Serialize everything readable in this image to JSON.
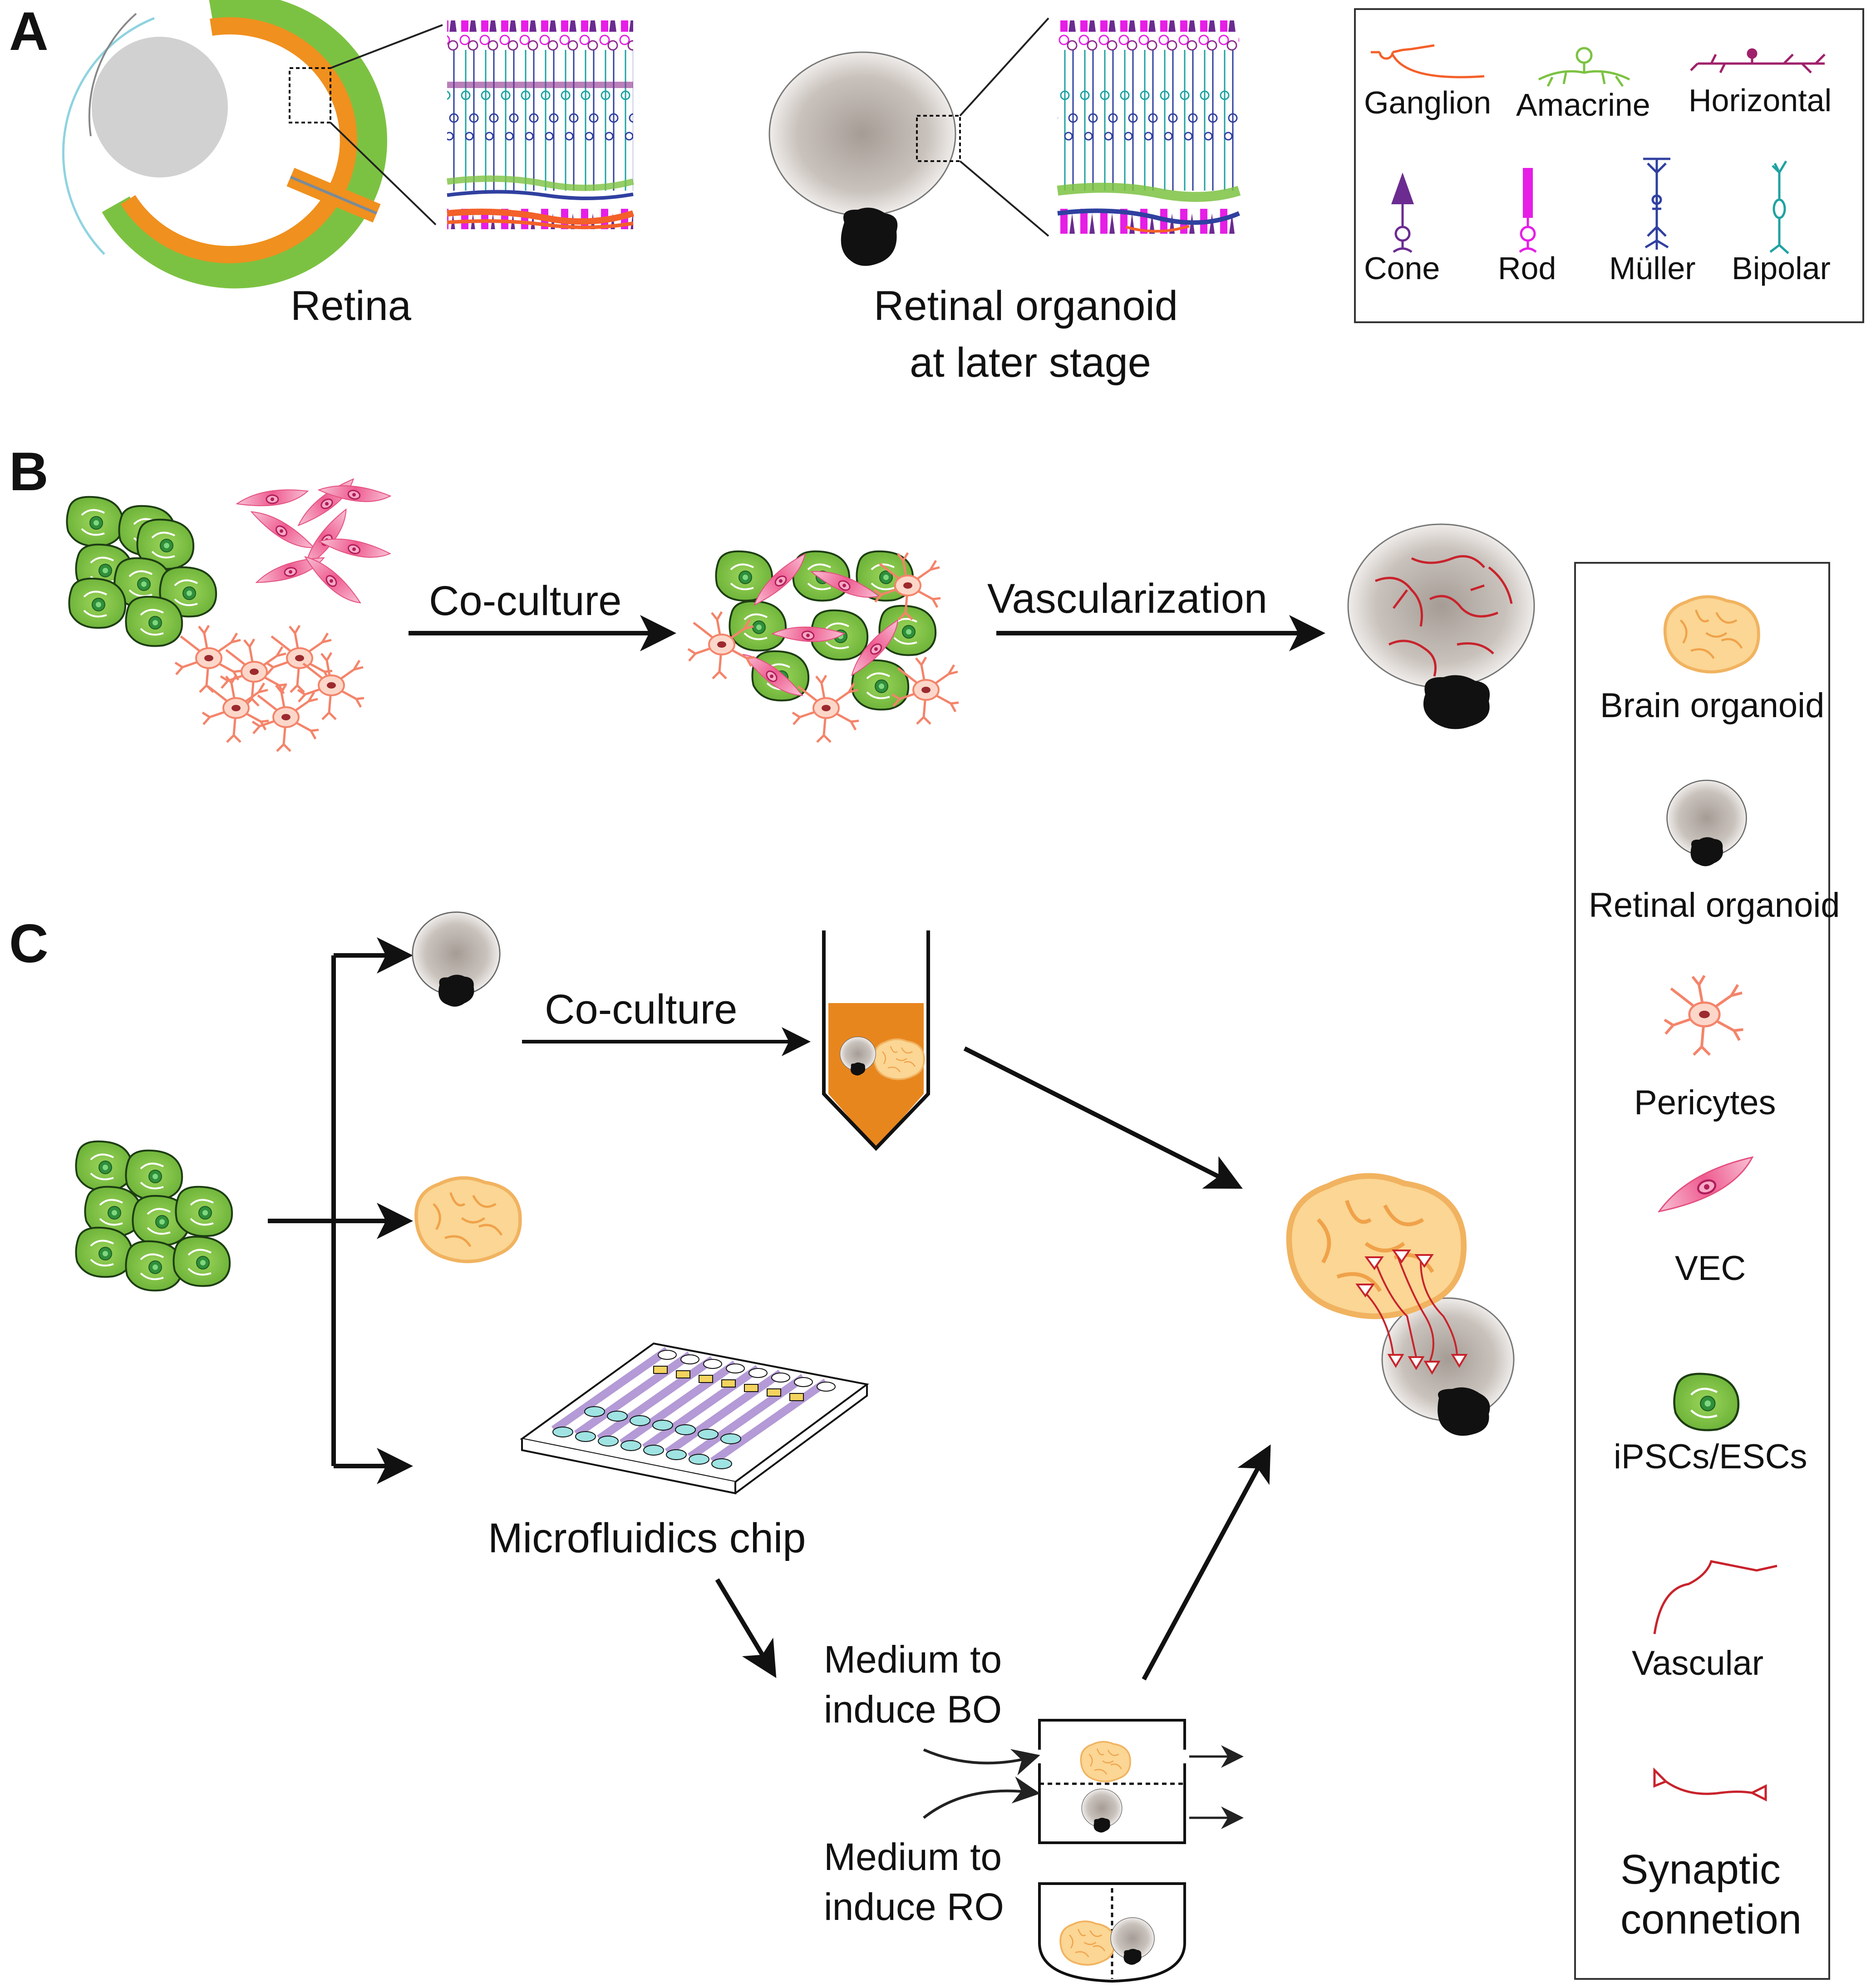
{
  "panels": {
    "a": {
      "letter": "A",
      "retina_label": "Retina",
      "organoid_label_1": "Retinal organoid",
      "organoid_label_2": "at later stage"
    },
    "b": {
      "letter": "B",
      "arrow1_label": "Co-culture",
      "arrow2_label": "Vascularization"
    },
    "c": {
      "letter": "C",
      "coculture_label": "Co-culture",
      "chip_label": "Microfluidics chip",
      "medium_bo_1": "Medium to",
      "medium_bo_2": "induce BO",
      "medium_ro_1": "Medium to",
      "medium_ro_2": "induce RO"
    }
  },
  "legend_a": {
    "ganglion": "Ganglion",
    "amacrine": "Amacrine",
    "horizontal": "Horizontal",
    "cone": "Cone",
    "rod": "Rod",
    "muller": "Müller",
    "bipolar": "Bipolar"
  },
  "legend_right": {
    "brain_organoid": "Brain organoid",
    "retinal_organoid": "Retinal organoid",
    "pericytes": "Pericytes",
    "vec": "VEC",
    "ipscs": "iPSCs/ESCs",
    "vascular": "Vascular",
    "synaptic_1": "Synaptic",
    "synaptic_2": "connetion"
  },
  "colors": {
    "cell_green": "#7cc242",
    "retina_orange": "#f0901e",
    "organoid_gray": "#a59c95",
    "brain_yellow": "#fbd694",
    "vessel_red": "#c8232c",
    "magenta": "#e61ee6",
    "pericyte": "#f4846a",
    "vec_pink": "#ee5a8f"
  }
}
